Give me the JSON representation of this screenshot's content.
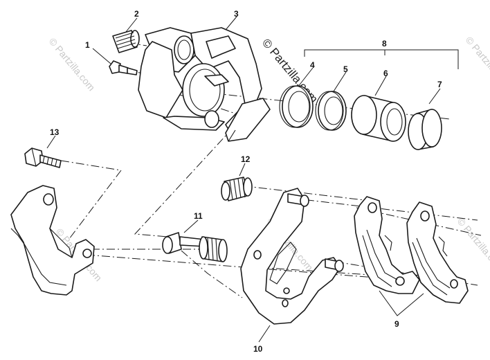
{
  "watermark": {
    "main": "© Partzilla.com",
    "faint": "© Partzilla.com"
  },
  "callouts": [
    "1",
    "2",
    "3",
    "4",
    "5",
    "6",
    "7",
    "8",
    "9",
    "10",
    "11",
    "12",
    "13"
  ]
}
